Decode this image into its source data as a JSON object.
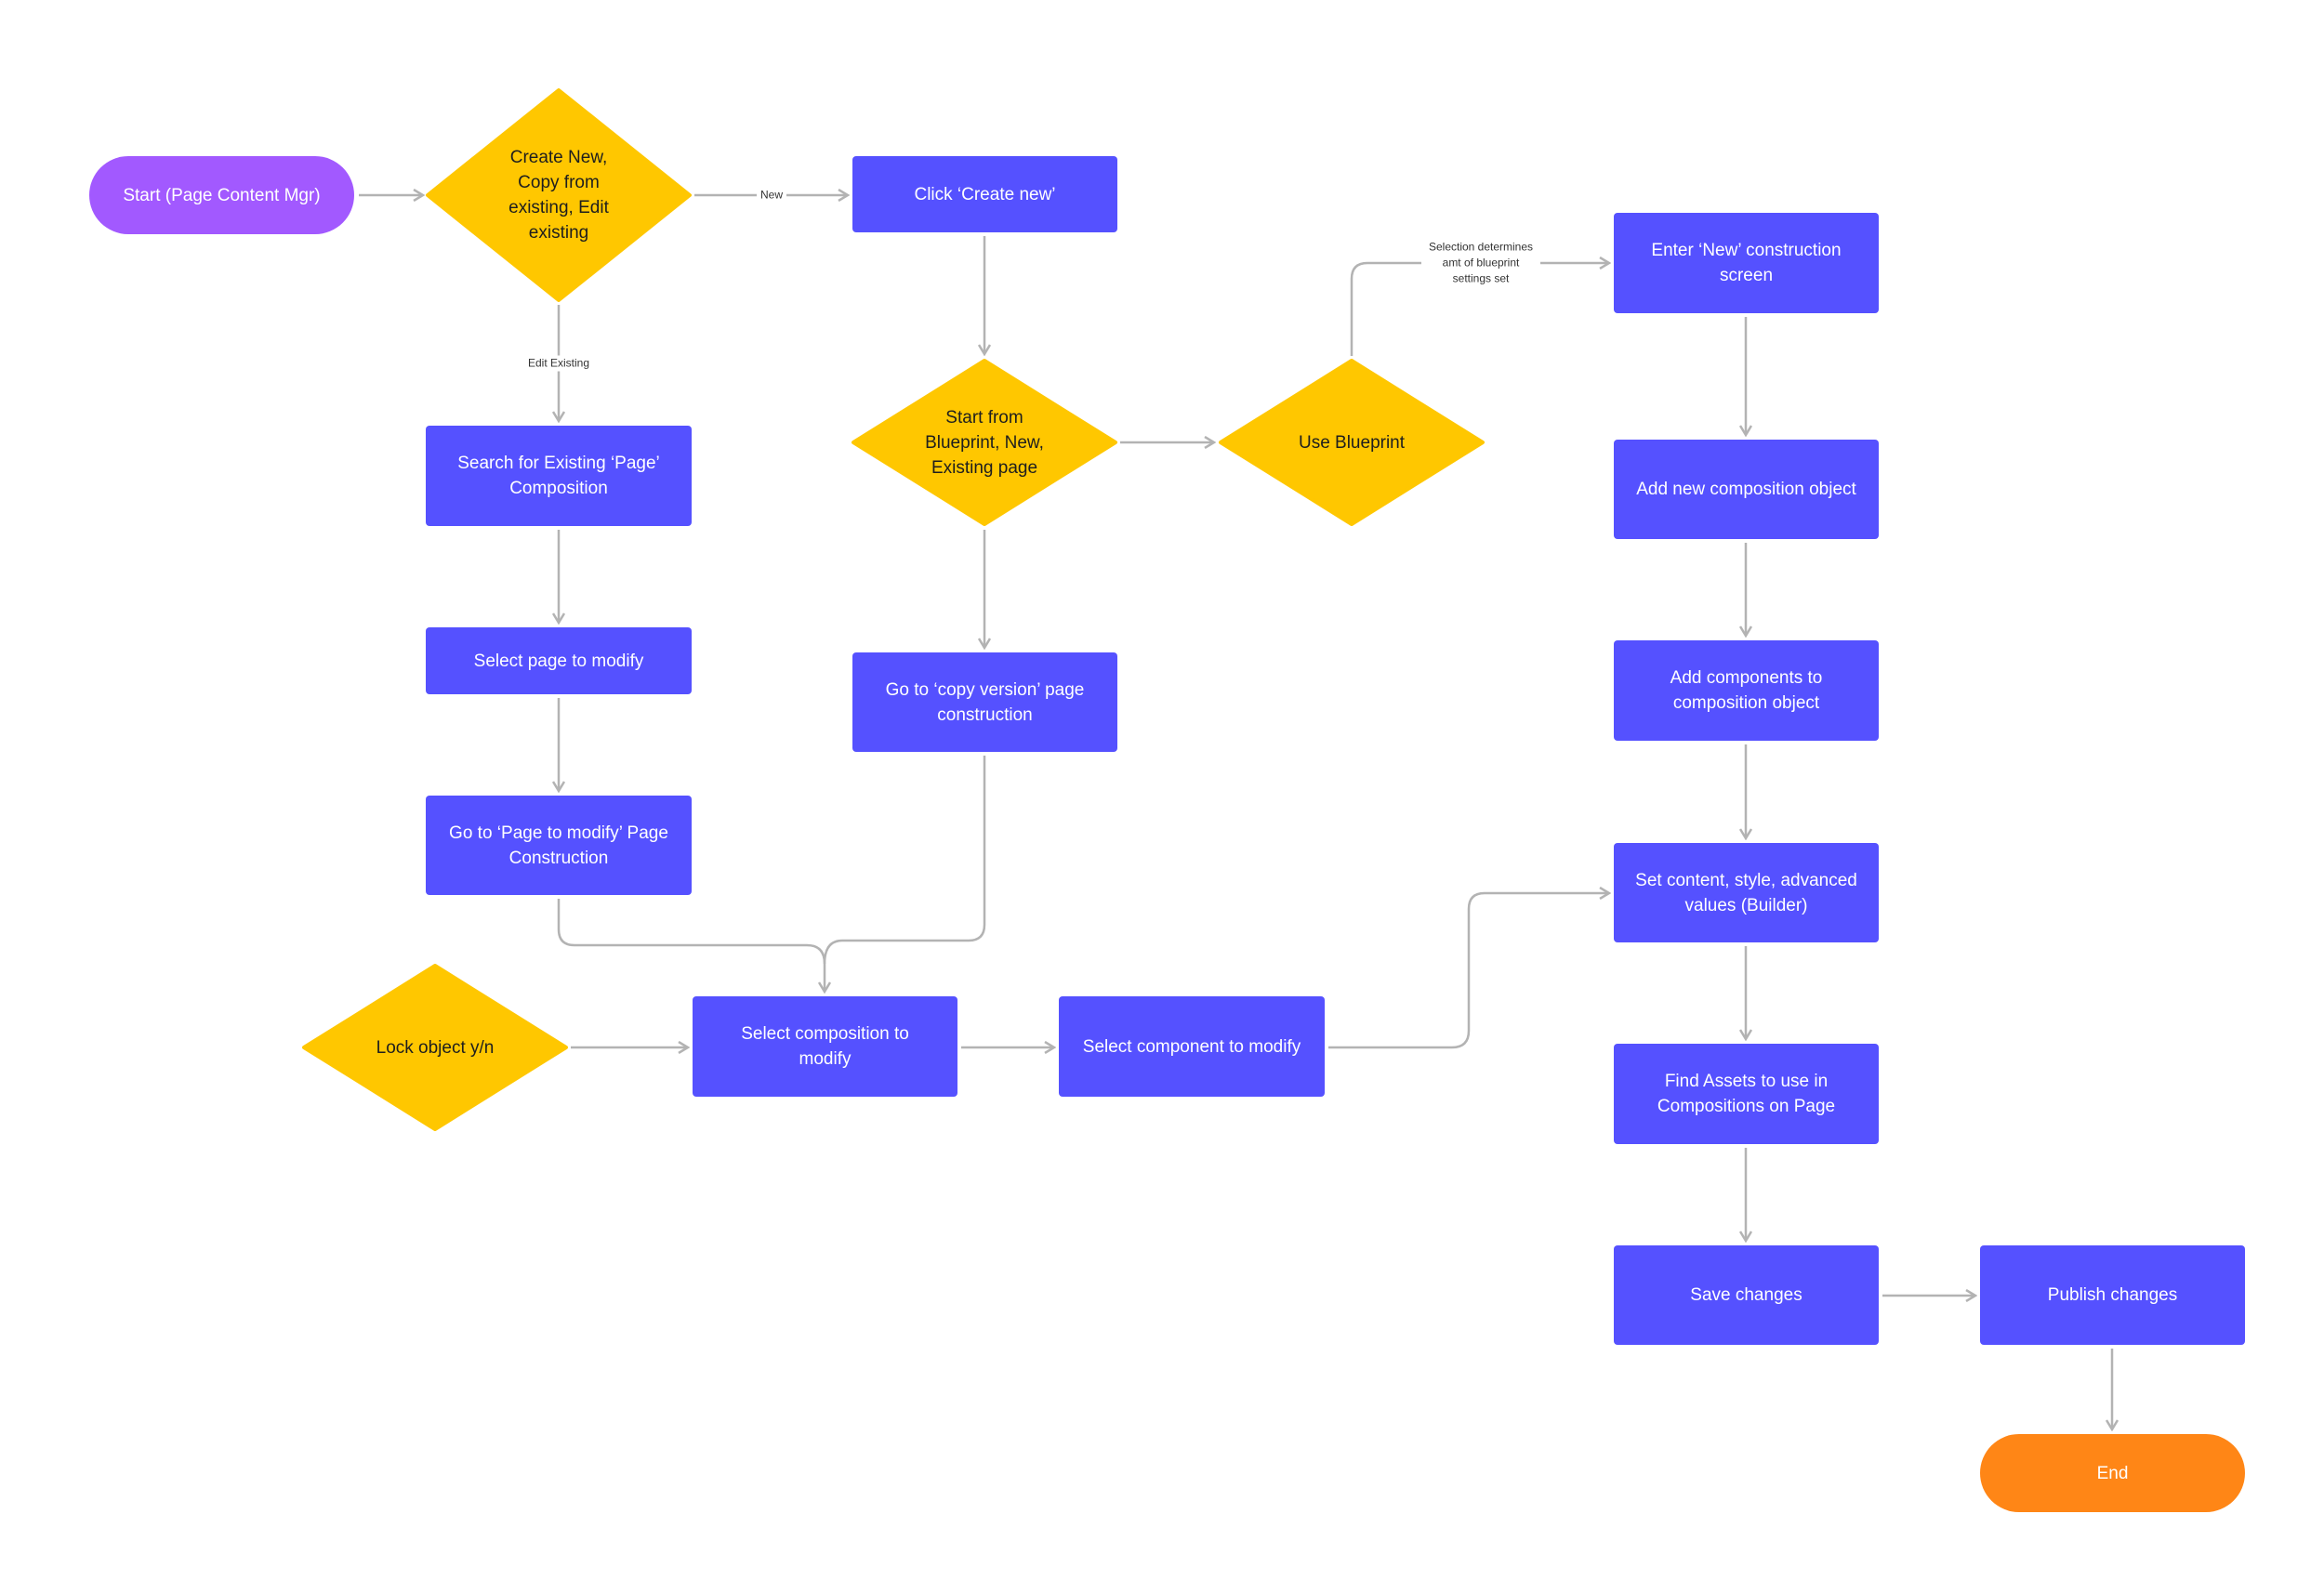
{
  "diagram": {
    "type": "flowchart",
    "colors": {
      "start": "#A259FF",
      "process": "#5551FF",
      "decision": "#FFC700",
      "end": "#FF8616",
      "connector": "#B3B3B3"
    },
    "nodes": {
      "start": {
        "shape": "terminal",
        "label": "Start (Page Content Mgr)"
      },
      "choose_action": {
        "shape": "decision",
        "label": "Create New, Copy from existing, Edit existing"
      },
      "click_create_new": {
        "shape": "process",
        "label": "Click ‘Create new’"
      },
      "search_existing": {
        "shape": "process",
        "label": "Search for Existing ‘Page’ Composition"
      },
      "select_page": {
        "shape": "process",
        "label": "Select page to modify"
      },
      "go_page_construction": {
        "shape": "process",
        "label": "Go to ‘Page to modify’ Page Construction"
      },
      "start_from": {
        "shape": "decision",
        "label": "Start from Blueprint, New, Existing page"
      },
      "use_blueprint": {
        "shape": "decision",
        "label": "Use Blueprint"
      },
      "copy_version": {
        "shape": "process",
        "label": "Go to ‘copy version’ page construction"
      },
      "enter_new_screen": {
        "shape": "process",
        "label": "Enter ‘New’ construction screen"
      },
      "add_composition": {
        "shape": "process",
        "label": "Add new composition object"
      },
      "add_components": {
        "shape": "process",
        "label": "Add components to composition object"
      },
      "set_content": {
        "shape": "process",
        "label": "Set content, style, advanced values (Builder)"
      },
      "find_assets": {
        "shape": "process",
        "label": "Find Assets to use in Compositions on Page"
      },
      "save_changes": {
        "shape": "process",
        "label": "Save changes"
      },
      "publish_changes": {
        "shape": "process",
        "label": "Publish changes"
      },
      "end": {
        "shape": "terminal",
        "label": "End"
      },
      "lock_object": {
        "shape": "decision",
        "label": "Lock object y/n"
      },
      "select_composition": {
        "shape": "process",
        "label": "Select composition to modify"
      },
      "select_component": {
        "shape": "process",
        "label": "Select component to modify"
      }
    },
    "edge_labels": {
      "new": "New",
      "edit_existing": "Edit Existing",
      "selection_determines": "Selection determines amt of blueprint settings set"
    },
    "edges": [
      {
        "from": "start",
        "to": "choose_action"
      },
      {
        "from": "choose_action",
        "to": "click_create_new",
        "label": "New"
      },
      {
        "from": "choose_action",
        "to": "search_existing",
        "label": "Edit Existing"
      },
      {
        "from": "search_existing",
        "to": "select_page"
      },
      {
        "from": "select_page",
        "to": "go_page_construction"
      },
      {
        "from": "go_page_construction",
        "to": "select_composition"
      },
      {
        "from": "click_create_new",
        "to": "start_from"
      },
      {
        "from": "start_from",
        "to": "use_blueprint"
      },
      {
        "from": "start_from",
        "to": "copy_version"
      },
      {
        "from": "copy_version",
        "to": "select_composition"
      },
      {
        "from": "use_blueprint",
        "to": "enter_new_screen",
        "label": "Selection determines amt of blueprint settings set"
      },
      {
        "from": "enter_new_screen",
        "to": "add_composition"
      },
      {
        "from": "add_composition",
        "to": "add_components"
      },
      {
        "from": "add_components",
        "to": "set_content"
      },
      {
        "from": "set_content",
        "to": "find_assets"
      },
      {
        "from": "find_assets",
        "to": "save_changes"
      },
      {
        "from": "save_changes",
        "to": "publish_changes"
      },
      {
        "from": "publish_changes",
        "to": "end"
      },
      {
        "from": "lock_object",
        "to": "select_composition"
      },
      {
        "from": "select_composition",
        "to": "select_component"
      },
      {
        "from": "select_component",
        "to": "set_content"
      }
    ]
  }
}
